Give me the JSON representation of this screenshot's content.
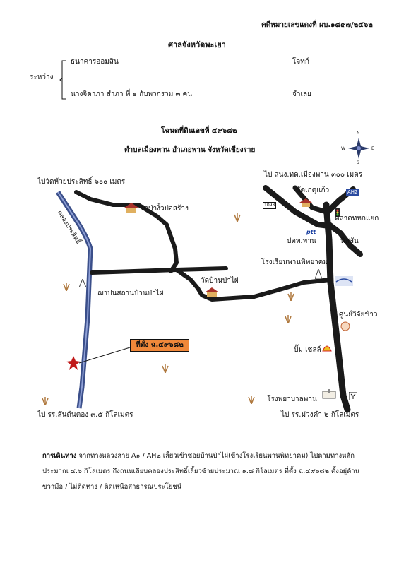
{
  "header": {
    "case_number": "คดีหมายเลขแดงที่ ผบ.๑๘๙๗/๒๕๖๒",
    "court": "ศาลจังหวัดพะเยา"
  },
  "parties": {
    "between_label": "ระหว่าง",
    "plaintiff_name": "ธนาคารออมสิน",
    "plaintiff_role": "โจทก์",
    "defendant_name": "นางจิดาภา  สำภา ที่ ๑ กับพวกรวม ๓ คน",
    "defendant_role": "จำเลย"
  },
  "deed": {
    "title": "โฉนดที่ดินเลขที่ ๔๙๖๘๒",
    "location": "ตำบลเมืองพาน อำเภอพาน จังหวัดเชียงราย"
  },
  "compass": {
    "n": "N",
    "s": "S",
    "e": "E",
    "w": "W"
  },
  "map": {
    "to_wat_huai": "ไปวัดห้วยประสิทธิ์ ๖๐๐ เมตร",
    "canal": "คลองประสิทธิ์",
    "wat_pa_chuay": "วัดป่างิ้วบ่อสร้าง",
    "shrine": "ฌาปนสถานบ้านป่าไผ่",
    "wat_ban_pa_phai": "วัดบ้านป่าไผ่",
    "to_school_san": "ไป รร.สันต้นตอง ๓.๕ กิโลเมตร",
    "plot_label": "ที่ตั้ง ฉ.๔๙๖๘๒",
    "to_police": "ไป สนง.ทด.เมืองพาน ๓๐๐ เมตร",
    "wat_ket": "วัดเกตุแก้ว",
    "route_sign": "AH2",
    "route_1098": "1098",
    "market": "ตลาดทหกแยก",
    "ptt": "ปตท.พาน",
    "ptt_logo": "ptt",
    "nissan": "นิสสัน",
    "school": "โรงเรียนพานพิทยาคม",
    "rice_center": "ศูนย์วิจัยข้าว",
    "shell": "ปั๊ม เชลล์",
    "hospital": "โรงพยาบาลพาน",
    "to_school_muang": "ไป รร.ม่วงคำ ๒ กิโลเมตร"
  },
  "footer": {
    "label": "การเดินทาง",
    "line1": "จากทางหลวงสาย A๑ / AH๒ เลี้ยวเข้าซอยบ้านป่าไผ่(ข้างโรงเรียนพานพิทยาคม) ไปตามทางหลัก",
    "line2": "ประมาณ ๔.๖ กิโลเมตร ถึงถนนเลียบคลองประสิทธิ์เลี้ยวซ้ายประมาณ ๑.๘ กิโลเมตร ที่ตั้ง ฉ.๔๙๖๘๒ ตั้งอยู่ด้าน",
    "line3": "ขวามือ / ไม่ติดทาง / ติดเหนือสาธารณประโยชน์"
  },
  "colors": {
    "road": "#1a1a1a",
    "canal": "#3b4f8a",
    "plot_box": "#f0883a",
    "marker": "#c01818",
    "temple_roof": "#a8322a"
  }
}
